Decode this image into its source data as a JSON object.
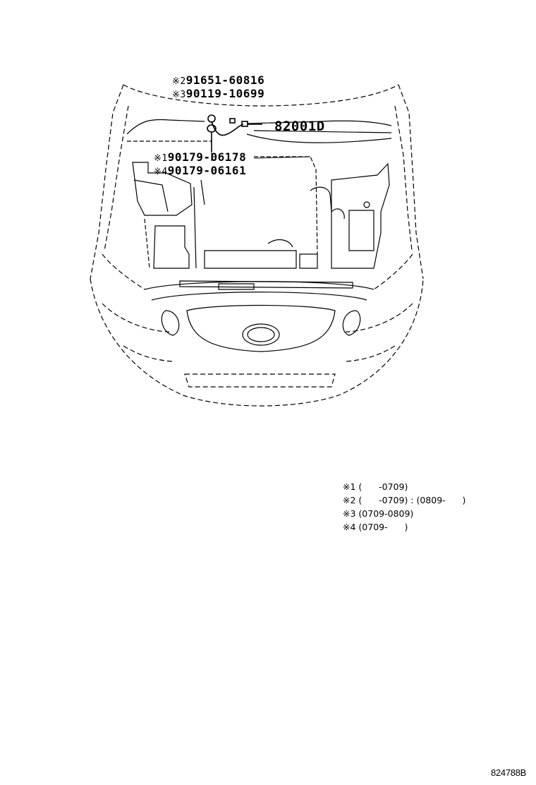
{
  "callouts": [
    {
      "mark": "※2",
      "part": "91651-60816"
    },
    {
      "mark": "※3",
      "part": "90119-10699"
    },
    {
      "mark": "",
      "part": "82001D"
    },
    {
      "mark": "※1",
      "part": "90179-06178"
    },
    {
      "mark": "※4",
      "part": "90179-06161"
    }
  ],
  "legend": [
    {
      "mark": "※1",
      "text": "(      -0709)"
    },
    {
      "mark": "※2",
      "text": "(      -0709) : (0809-      )"
    },
    {
      "mark": "※3",
      "text": "(0709-0809)"
    },
    {
      "mark": "※4",
      "text": "(0709-      )"
    }
  ],
  "reference_code": "824788B"
}
